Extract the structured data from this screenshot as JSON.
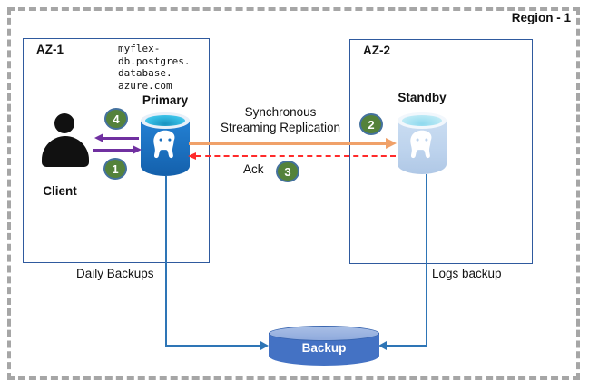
{
  "region": {
    "label": "Region - 1"
  },
  "az1": {
    "label": "AZ-1"
  },
  "az2": {
    "label": "AZ-2"
  },
  "client": {
    "label": "Client"
  },
  "primary": {
    "label": "Primary",
    "hostname_lines": [
      "myflex-",
      "db.postgres.",
      "database.",
      "azure.com"
    ]
  },
  "standby": {
    "label": "Standby"
  },
  "backup": {
    "label": "Backup"
  },
  "flows": {
    "replication_line1": "Synchronous",
    "replication_line2": "Streaming Replication",
    "ack": "Ack",
    "daily_backups": "Daily Backups",
    "logs_backup": "Logs backup"
  },
  "steps": [
    "1",
    "2",
    "3",
    "4"
  ],
  "colors": {
    "region_border": "#A6A6A6",
    "az_border": "#2F5A9E",
    "step_fill": "#54823B",
    "step_border": "#44719E",
    "arrow_client_primary": "#7030A0",
    "arrow_replication": "#F0A169",
    "arrow_ack": "#FF2B2B",
    "connector_backup": "#2E75B6",
    "primary_cylinder": "#1B6FBE",
    "primary_cylinder_top": "#35BDE4",
    "standby_cylinder": "#BDD3ED",
    "backup_cylinder": "#4472C4",
    "backup_cylinder_top": "#8FAADC"
  }
}
